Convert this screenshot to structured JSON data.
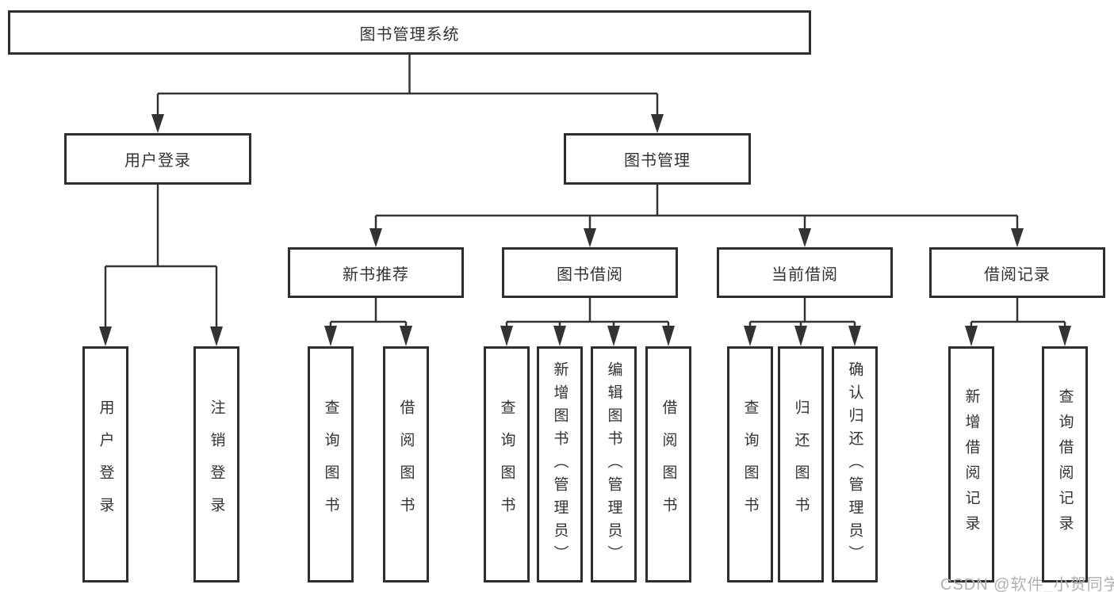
{
  "tree": {
    "root": {
      "label": "图书管理系统",
      "children": [
        {
          "label": "用户登录",
          "children": [
            {
              "label": "用户登录"
            },
            {
              "label": "注销登录"
            }
          ]
        },
        {
          "label": "图书管理",
          "children": [
            {
              "label": "新书推荐",
              "children": [
                {
                  "label": "查询图书"
                },
                {
                  "label": "借阅图书"
                }
              ]
            },
            {
              "label": "图书借阅",
              "children": [
                {
                  "label": "查询图书"
                },
                {
                  "label": "新增图书（管理员）"
                },
                {
                  "label": "编辑图书（管理员）"
                },
                {
                  "label": "借阅图书"
                }
              ]
            },
            {
              "label": "当前借阅",
              "children": [
                {
                  "label": "查询图书"
                },
                {
                  "label": "归还图书"
                },
                {
                  "label": "确认归还（管理员）"
                }
              ]
            },
            {
              "label": "借阅记录",
              "children": [
                {
                  "label": "新增借阅记录"
                },
                {
                  "label": "查询借阅记录"
                }
              ]
            }
          ]
        }
      ]
    }
  },
  "watermark": "CSDN @软件_小贺同学",
  "colors": {
    "line": "#333333",
    "box_border": "#2e2e2e",
    "box_fill": "#ffffff",
    "text": "#333333",
    "watermark": "#b0b0b0"
  }
}
